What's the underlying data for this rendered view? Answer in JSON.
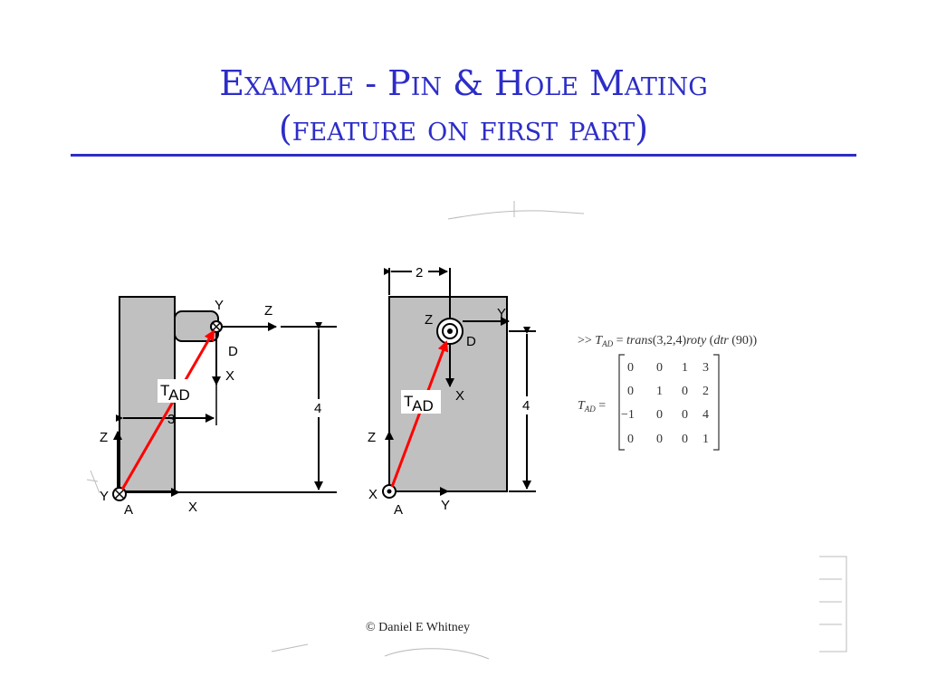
{
  "slide": {
    "title_line1": "Example - Pin & Hole Mating",
    "title_line2": "(feature on first part)",
    "copyright": "© Daniel E Whitney"
  },
  "colors": {
    "title": "#2d2dc8",
    "part_fill": "#c0c0c0",
    "vector": "#ff0000"
  },
  "left_figure": {
    "frame_d": {
      "y": "Y",
      "z": "Z",
      "d": "D",
      "x": "X"
    },
    "frame_a": {
      "z": "Z",
      "y": "Y",
      "a": "A",
      "x": "X"
    },
    "dim_horizontal": "3",
    "dim_vertical": "4",
    "vector_label": "T",
    "vector_label_sub": "AD"
  },
  "right_figure": {
    "frame_d": {
      "z": "Z",
      "y": "Y",
      "d": "D",
      "x": "X"
    },
    "frame_a": {
      "z": "Z",
      "x": "X",
      "a": "A",
      "y": "Y"
    },
    "dim_horizontal": "2",
    "dim_vertical": "4",
    "vector_label": "T",
    "vector_label_sub": "AD"
  },
  "equation": {
    "command_prefix": ">> ",
    "command_T": "T",
    "command_sub": "AD",
    "command_eq": " = ",
    "command_fn": "trans",
    "command_args": "(3,2,4)",
    "command_fn2": "roty",
    "command_args2": " (",
    "command_fn3": "dtr",
    "command_args3": " (90))",
    "lhs_T": "T",
    "lhs_sub": "AD",
    "lhs_eq": " =",
    "matrix": [
      [
        "0",
        "0",
        "1",
        "3"
      ],
      [
        "0",
        "1",
        "0",
        "2"
      ],
      [
        "−1",
        "0",
        "0",
        "4"
      ],
      [
        "0",
        "0",
        "0",
        "1"
      ]
    ]
  }
}
